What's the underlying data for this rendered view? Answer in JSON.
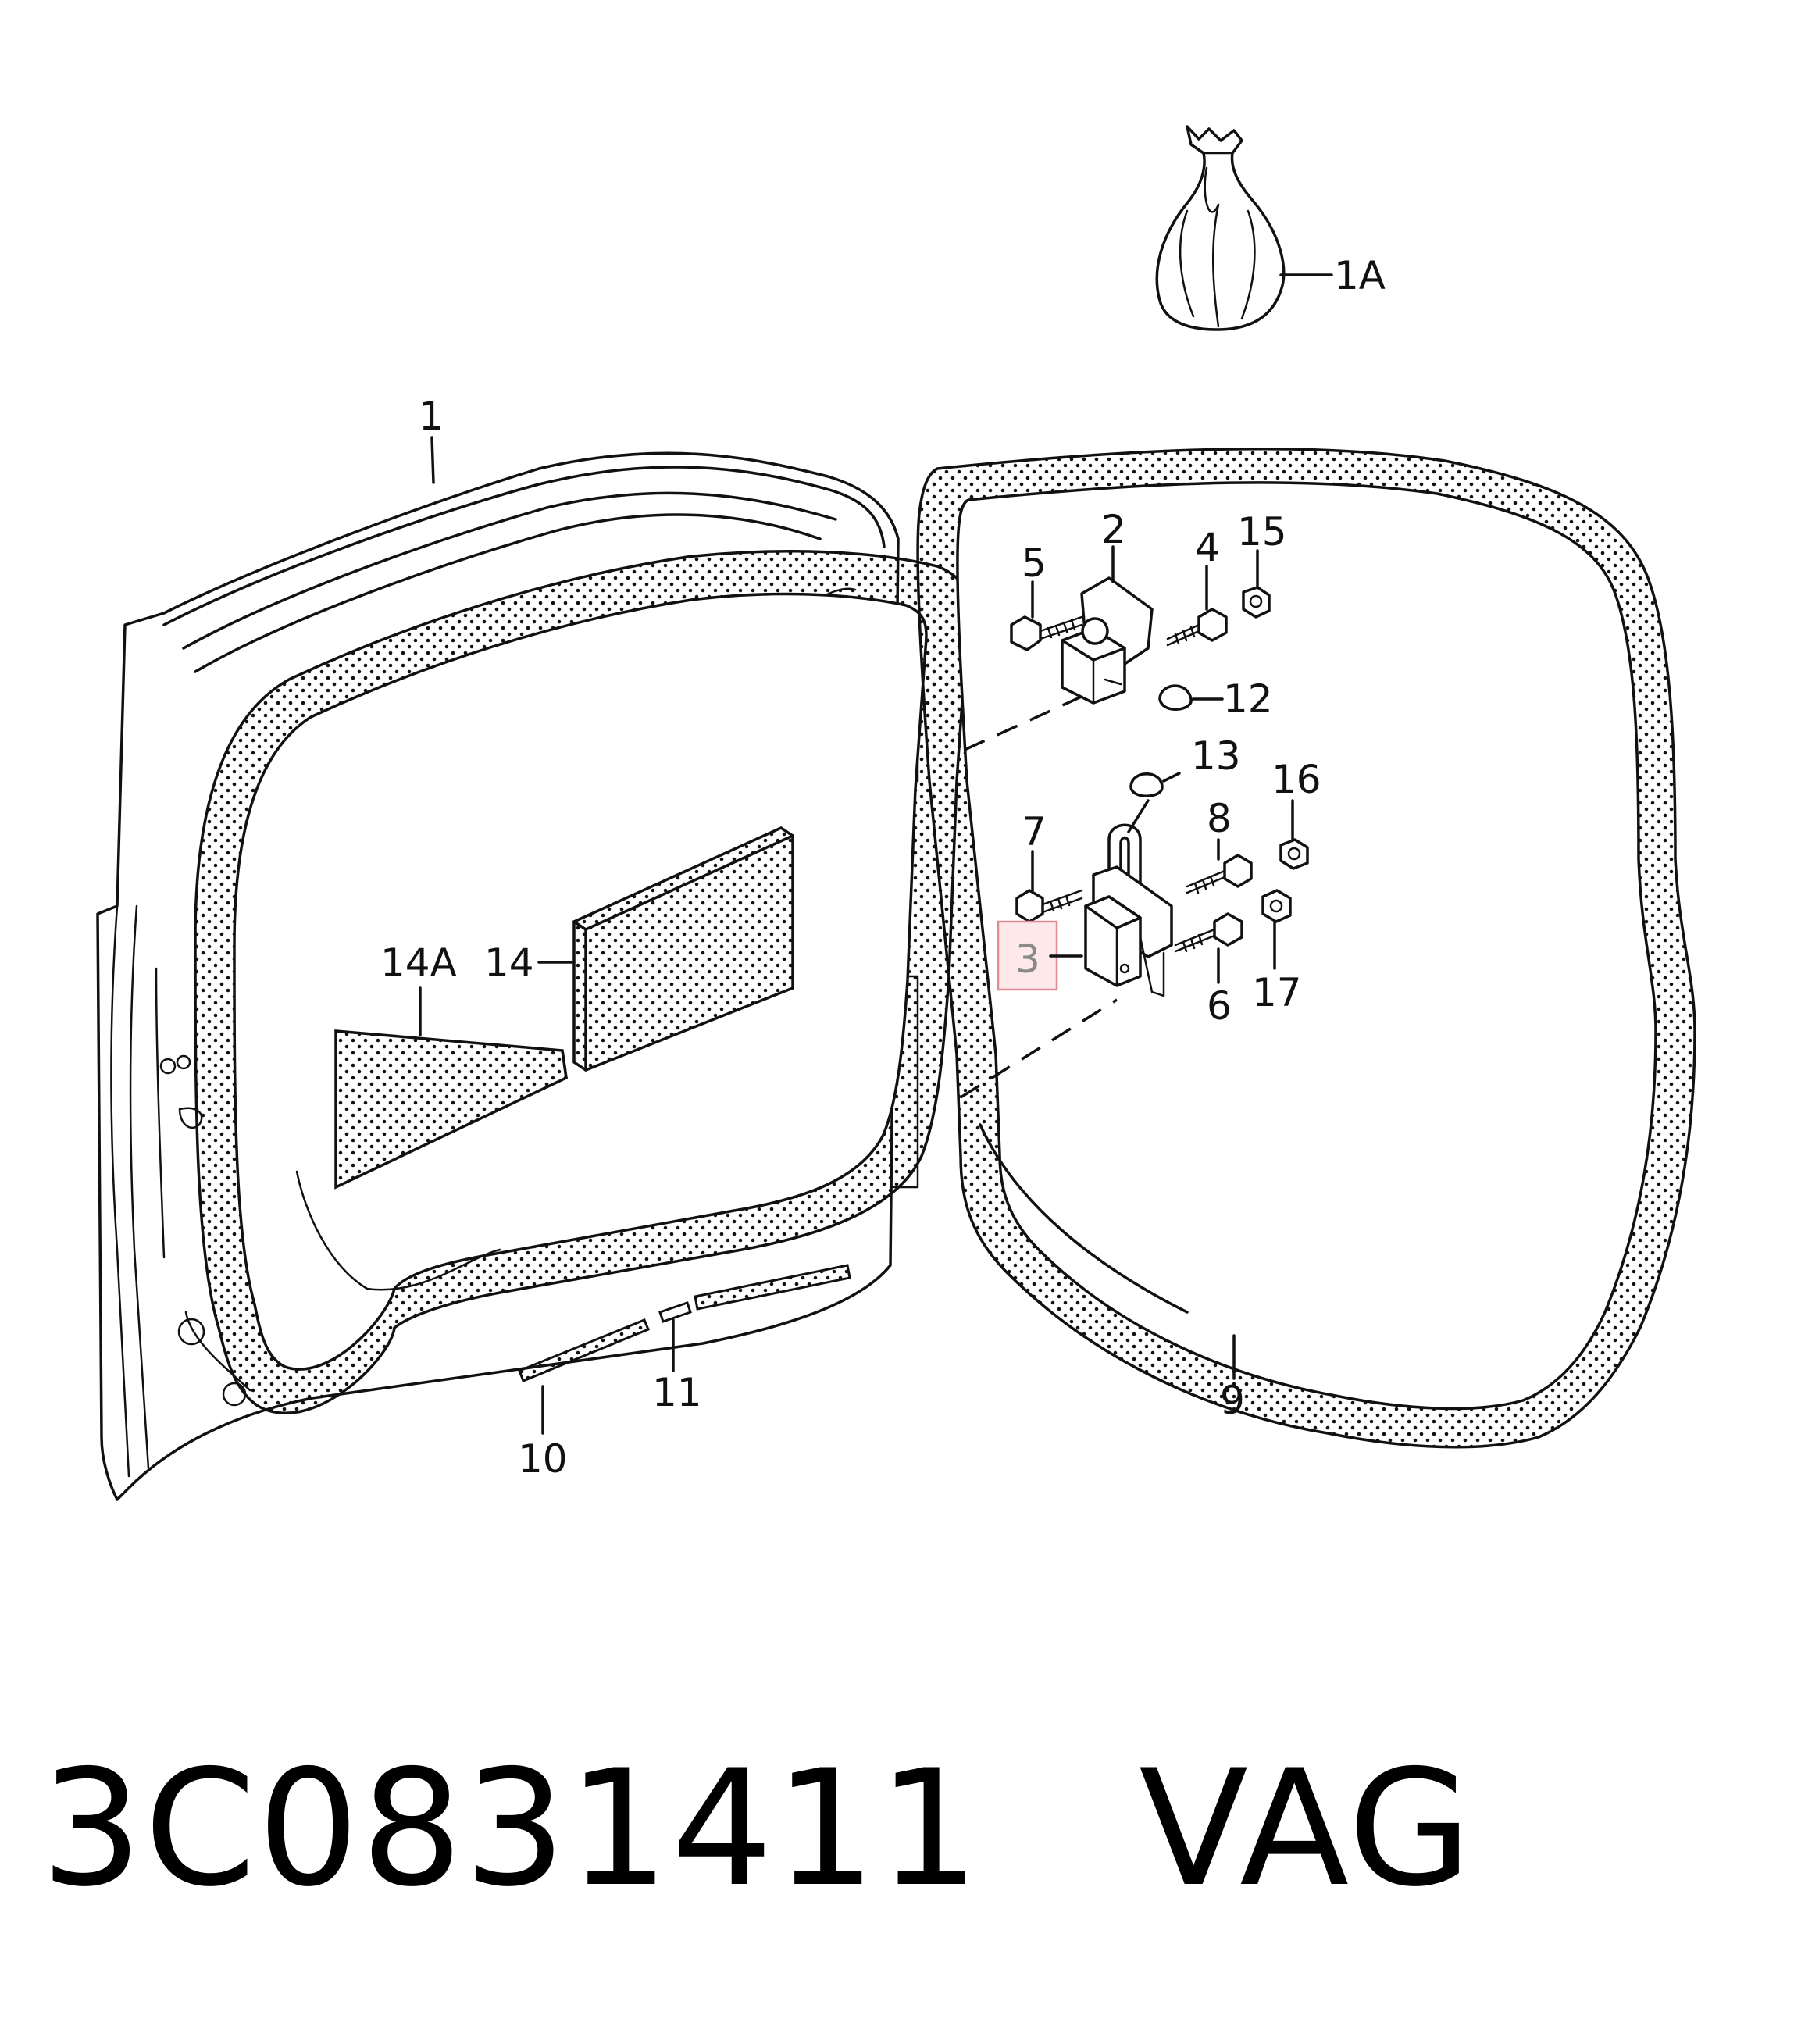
{
  "callouts": {
    "c1A": "1A",
    "c1": "1",
    "c2": "2",
    "c3": "3",
    "c4": "4",
    "c5": "5",
    "c6": "6",
    "c7": "7",
    "c8": "8",
    "c9": "9",
    "c10": "10",
    "c11": "11",
    "c12": "12",
    "c13": "13",
    "c14": "14",
    "c14A": "14A",
    "c15": "15",
    "c16": "16",
    "c17": "17"
  },
  "caption": {
    "part_number": "3C0831411",
    "brand": "VAG"
  },
  "colors": {
    "line": "#111111",
    "highlight_fill": "#fde8ea",
    "highlight_border": "#e08a96",
    "highlight_text": "#8a8a8a"
  }
}
